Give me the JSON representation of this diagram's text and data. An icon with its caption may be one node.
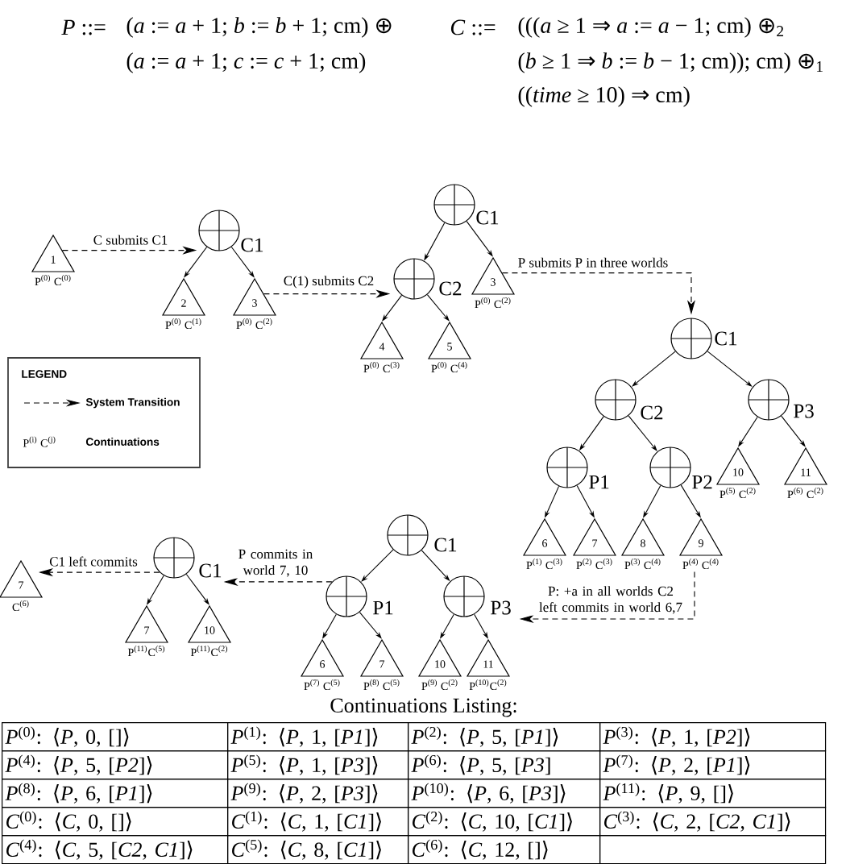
{
  "diagram": {
    "nodes": [
      {
        "text": [
          "1"
        ],
        "beside": [
          "P$^{(0)}$ C$^{(0)}$"
        ]
      },
      {
        "text": [],
        "shape": "circle",
        "beside": [
          "C1"
        ]
      },
      {
        "text": [
          "2"
        ],
        "beside": [
          "P$^{(0)}$ C$^{(1)}$"
        ]
      },
      {
        "text": [
          "3"
        ],
        "beside": [
          "P$^{(0)}$ C$^{(2)}$"
        ]
      },
      {
        "text": [],
        "shape": "circle",
        "beside": [
          "C1"
        ]
      },
      {
        "text": [],
        "shape": "circle",
        "beside": [
          "C2"
        ]
      },
      {
        "text": [
          "3"
        ],
        "beside": [
          "P$^{(0)}$ C$^{(2)}$"
        ]
      },
      {
        "text": [
          "4"
        ],
        "beside": [
          "P$^{(0)}$ C$^{(3)}$"
        ]
      },
      {
        "text": [
          "5"
        ],
        "beside": [
          "P$^{(0)}$ C$^{(4)}$"
        ]
      },
      {
        "text": [],
        "shape": "circle",
        "beside": [
          "C1"
        ]
      },
      {
        "text": [],
        "shape": "circle",
        "beside": [
          "C2"
        ]
      },
      {
        "text": [],
        "shape": "circle",
        "beside": [
          "P3"
        ]
      },
      {
        "text": [],
        "shape": "circle",
        "beside": [
          "P1"
        ]
      },
      {
        "text": [],
        "shape": "circle",
        "beside": [
          "P2"
        ]
      },
      {
        "text": [
          "10"
        ],
        "beside": [
          "P$^{(5)}$ C$^{(2)}$"
        ]
      },
      {
        "text": [
          "11"
        ],
        "beside": [
          "P$^{(6)}$ C$^{(2)}$"
        ]
      },
      {
        "text": [
          "6"
        ],
        "beside": [
          "P$^{(1)}$ C$^{(3)}$"
        ]
      },
      {
        "text": [
          "7"
        ],
        "beside": [
          "P$^{(2)}$ C$^{(3)}$"
        ]
      },
      {
        "text": [
          "8"
        ],
        "beside": [
          "P$^{(3)}$ C$^{(4)}$"
        ]
      },
      {
        "text": [
          "9"
        ],
        "beside": [
          "P$^{(4)}$ C$^{(4)}$"
        ]
      },
      {
        "text": [],
        "shape": "circle",
        "beside": [
          "C1"
        ]
      },
      {
        "text": [],
        "shape": "circle",
        "beside": [
          "P1"
        ]
      },
      {
        "text": [],
        "shape": "circle",
        "beside": [
          "P3"
        ]
      },
      {
        "text": [
          "6"
        ],
        "beside": [
          "P$^{(7)}$ C$^{(5)}$"
        ]
      },
      {
        "text": [
          "7"
        ],
        "beside": [
          "P$^{(8)}$ C$^{(5)}$"
        ]
      },
      {
        "text": [
          "10"
        ],
        "beside": [
          "P$^{(9)}$ C$^{(2)}$"
        ]
      },
      {
        "text": [
          "11"
        ],
        "beside": [
          "P$^{(10)}$C$^{(2)}$"
        ]
      },
      {
        "text": [],
        "shape": "circle",
        "beside": [
          "C1"
        ]
      },
      {
        "text": [
          "7"
        ],
        "beside": [
          "P$^{(11)}$C$^{(5)}$"
        ]
      },
      {
        "text": [
          "10"
        ],
        "beside": [
          "P$^{(11)}$C$^{(2)}$"
        ]
      },
      {
        "text": [
          "7"
        ],
        "beside": [
          "C$^{(6)}$"
        ]
      }
    ],
    "edges": [
      {
        "from": 0,
        "to": 1,
        "arrow": "to",
        "style": "dashed",
        "label": "C submits C1"
      },
      {
        "from": 1,
        "to": 2,
        "arrow": "to"
      },
      {
        "from": 1,
        "to": 3,
        "arrow": "to"
      },
      {
        "from": 3,
        "to": 5,
        "arrow": "to",
        "style": "dashed",
        "label": "C(1) submits C2"
      },
      {
        "from": 4,
        "to": 5,
        "arrow": "to"
      },
      {
        "from": 4,
        "to": 6,
        "arrow": "to"
      },
      {
        "from": 5,
        "to": 7,
        "arrow": "to"
      },
      {
        "from": 5,
        "to": 8,
        "arrow": "to"
      },
      {
        "from": 6,
        "to": 9,
        "arrow": "to",
        "style": "dashed",
        "label": "P submits P in three worlds"
      },
      {
        "from": 9,
        "to": 10,
        "arrow": "to"
      },
      {
        "from": 9,
        "to": 11,
        "arrow": "to"
      },
      {
        "from": 10,
        "to": 12,
        "arrow": "to"
      },
      {
        "from": 10,
        "to": 13,
        "arrow": "to"
      },
      {
        "from": 11,
        "to": 14,
        "arrow": "to"
      },
      {
        "from": 11,
        "to": 15,
        "arrow": "to"
      },
      {
        "from": 12,
        "to": 16,
        "arrow": "to"
      },
      {
        "from": 12,
        "to": 17,
        "arrow": "to"
      },
      {
        "from": 13,
        "to": 18,
        "arrow": "to"
      },
      {
        "from": 13,
        "to": 19,
        "arrow": "to"
      },
      {
        "from": 19,
        "to": 22,
        "arrow": "to",
        "style": "dashed",
        "label": "P: +a in all worlds C2 left commits in world 6,7"
      },
      {
        "from": 20,
        "to": 21,
        "arrow": "to"
      },
      {
        "from": 20,
        "to": 22,
        "arrow": "to"
      },
      {
        "from": 21,
        "to": 23,
        "arrow": "to"
      },
      {
        "from": 21,
        "to": 24,
        "arrow": "to"
      },
      {
        "from": 22,
        "to": 25,
        "arrow": "to"
      },
      {
        "from": 22,
        "to": 26,
        "arrow": "to"
      },
      {
        "from": 21,
        "to": 27,
        "arrow": "to",
        "style": "dashed",
        "label": "P commits in world 7, 10"
      },
      {
        "from": 27,
        "to": 28,
        "arrow": "to"
      },
      {
        "from": 27,
        "to": 29,
        "arrow": "to"
      },
      {
        "from": 27,
        "to": 30,
        "arrow": "to",
        "style": "dashed",
        "label": "C1 left commits"
      }
    ],
    "labels": [
      "*P* ::=",
      "(*a* := *a* + 1; *b* := *b* + 1; cm) ⊕",
      "*C* ::=",
      "(((*a* ≥ 1 ⇒ *a* := *a* − 1; cm) ⊕$_{2}$",
      "(*a* := *a* + 1; *c* := *c* + 1; cm)",
      "(*b* ≥ 1 ⇒ *b* := *b* − 1; cm)); cm) ⊕$_{1}$",
      "((*time* ≥ 10) ⇒ cm)",
      "LEGEND",
      "P$^{(i)}$ C$^{(j)}$",
      "Continuations Listing:",
      "*P*$^{(0)}$: ⟨*P*, 0, []⟩",
      "*P*$^{(1)}$: ⟨*P*, 1, [*P1*]⟩",
      "*P*$^{(2)}$: ⟨*P*, 5, [*P1*]⟩",
      "*P*$^{(3)}$: ⟨*P*, 1, [*P2*]⟩",
      "*P*$^{(4)}$: ⟨*P*, 5, [*P2*]⟩",
      "*P*$^{(5)}$: ⟨*P*, 1, [*P3*]⟩",
      "*P*$^{(6)}$: ⟨*P*, 5, [*P3*]",
      "*P*$^{(7)}$: ⟨*P*, 2, [*P1*]⟩",
      "*P*$^{(8)}$: ⟨*P*, 6, [*P1*]⟩",
      "*P*$^{(9)}$: ⟨*P*, 2, [*P3*]⟩",
      "*P*$^{(10)}$: ⟨*P*, 6, [*P3*]⟩",
      "*P*$^{(11)}$: ⟨*P*, 9, []⟩",
      "*C*$^{(0)}$: ⟨*C*, 0, []⟩",
      "*C*$^{(1)}$: ⟨*C*, 1, [*C1*]⟩",
      "*C*$^{(2)}$: ⟨*C*, 10, [*C1*]⟩",
      "*C*$^{(3)}$: ⟨*C*, 2, [*C2*, *C1*]⟩",
      "*C*$^{(4)}$: ⟨*C*, 5, [*C2*, *C1*]⟩",
      "*C*$^{(5)}$: ⟨*C*, 8, [*C1*]⟩",
      "*C*$^{(6)}$: ⟨*C*, 12, []⟩"
    ],
    "legend": [
      {
        "text": "System Transition"
      },
      {
        "text": "Continuations"
      }
    ]
  }
}
